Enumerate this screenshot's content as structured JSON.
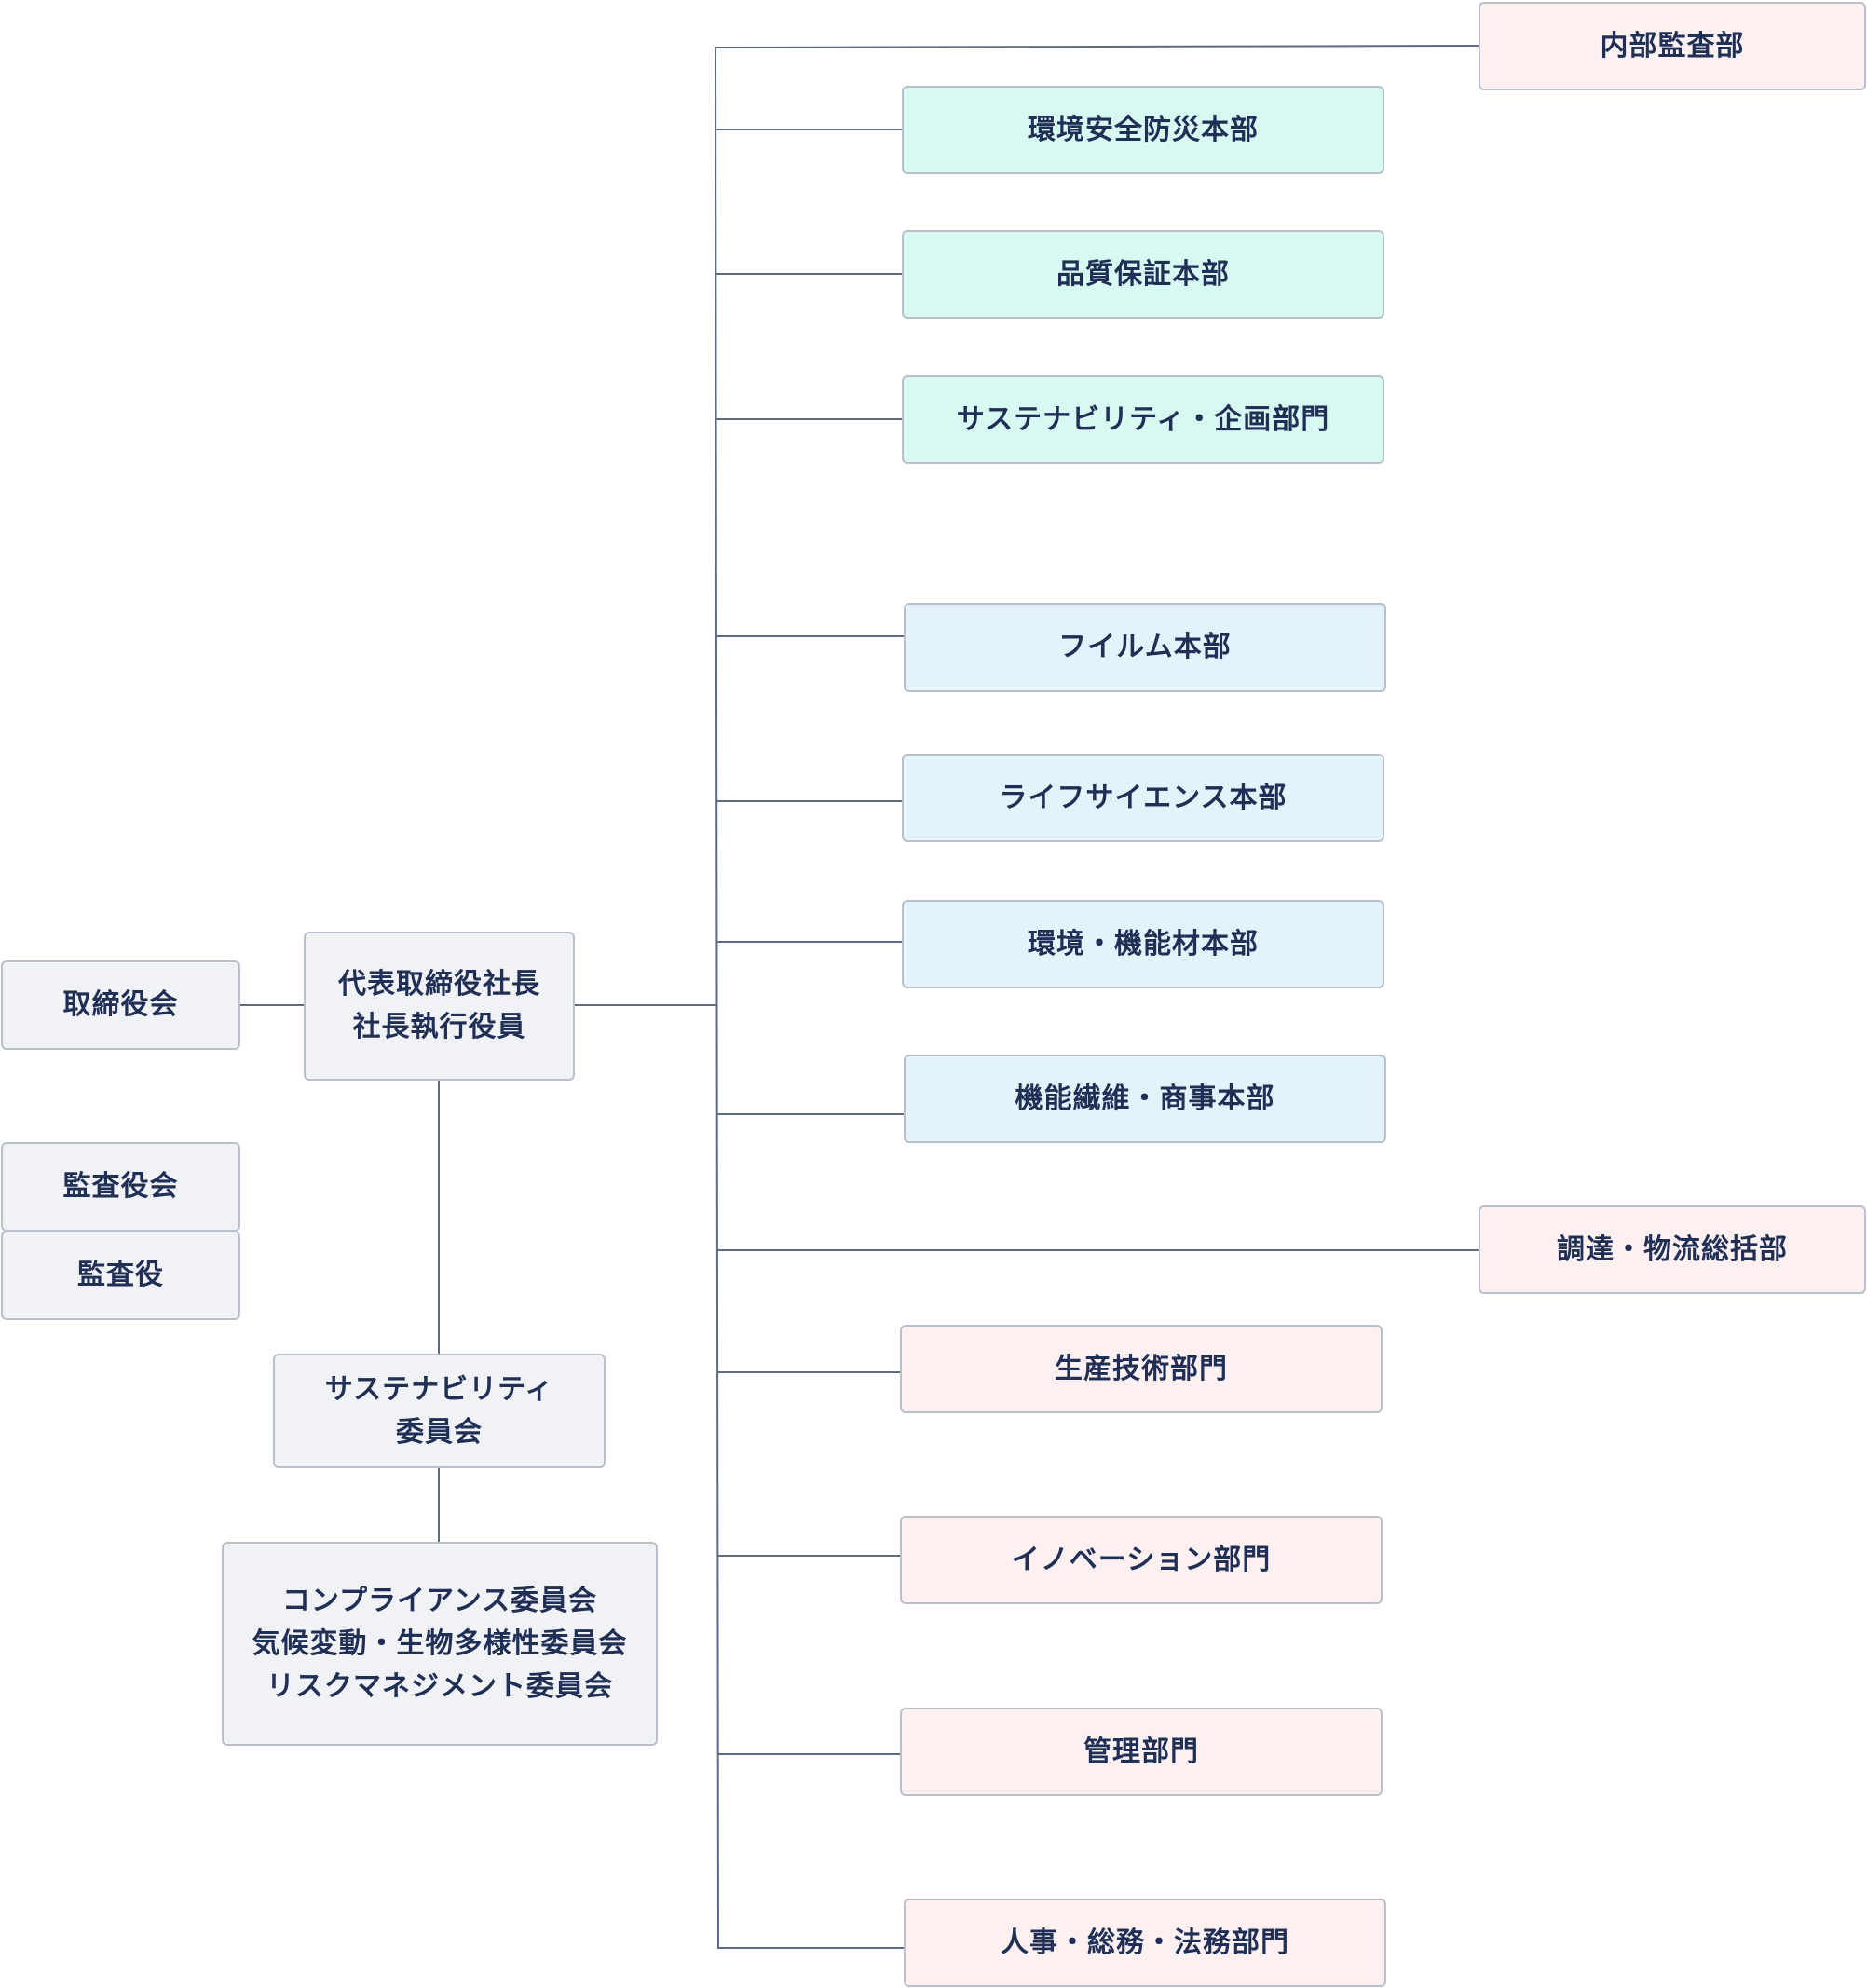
{
  "board": "取締役会",
  "president": [
    "代表取締役社長",
    "社長執行役員"
  ],
  "audit_board": "監査役会",
  "auditor": "監査役",
  "sustainability_committee": [
    "サステナビリティ",
    "委員会"
  ],
  "sub_committees": [
    "コンプライアンス委員会",
    "気候変動・生物多様性委員会",
    "リスクマネジメント委員会"
  ],
  "departments": {
    "internal_audit": "内部監査部",
    "env_safety": "環境安全防災本部",
    "quality": "品質保証本部",
    "sustainability_planning": "サステナビリティ・企画部門",
    "film": "フイルム本部",
    "life_science": "ライフサイエンス本部",
    "env_materials": "環境・機能材本部",
    "fiber_trading": "機能繊維・商事本部",
    "procurement": "調達・物流総括部",
    "production_tech": "生産技術部門",
    "innovation": "イノベーション部門",
    "management": "管理部門",
    "hr_general_legal": "人事・総務・法務部門"
  }
}
